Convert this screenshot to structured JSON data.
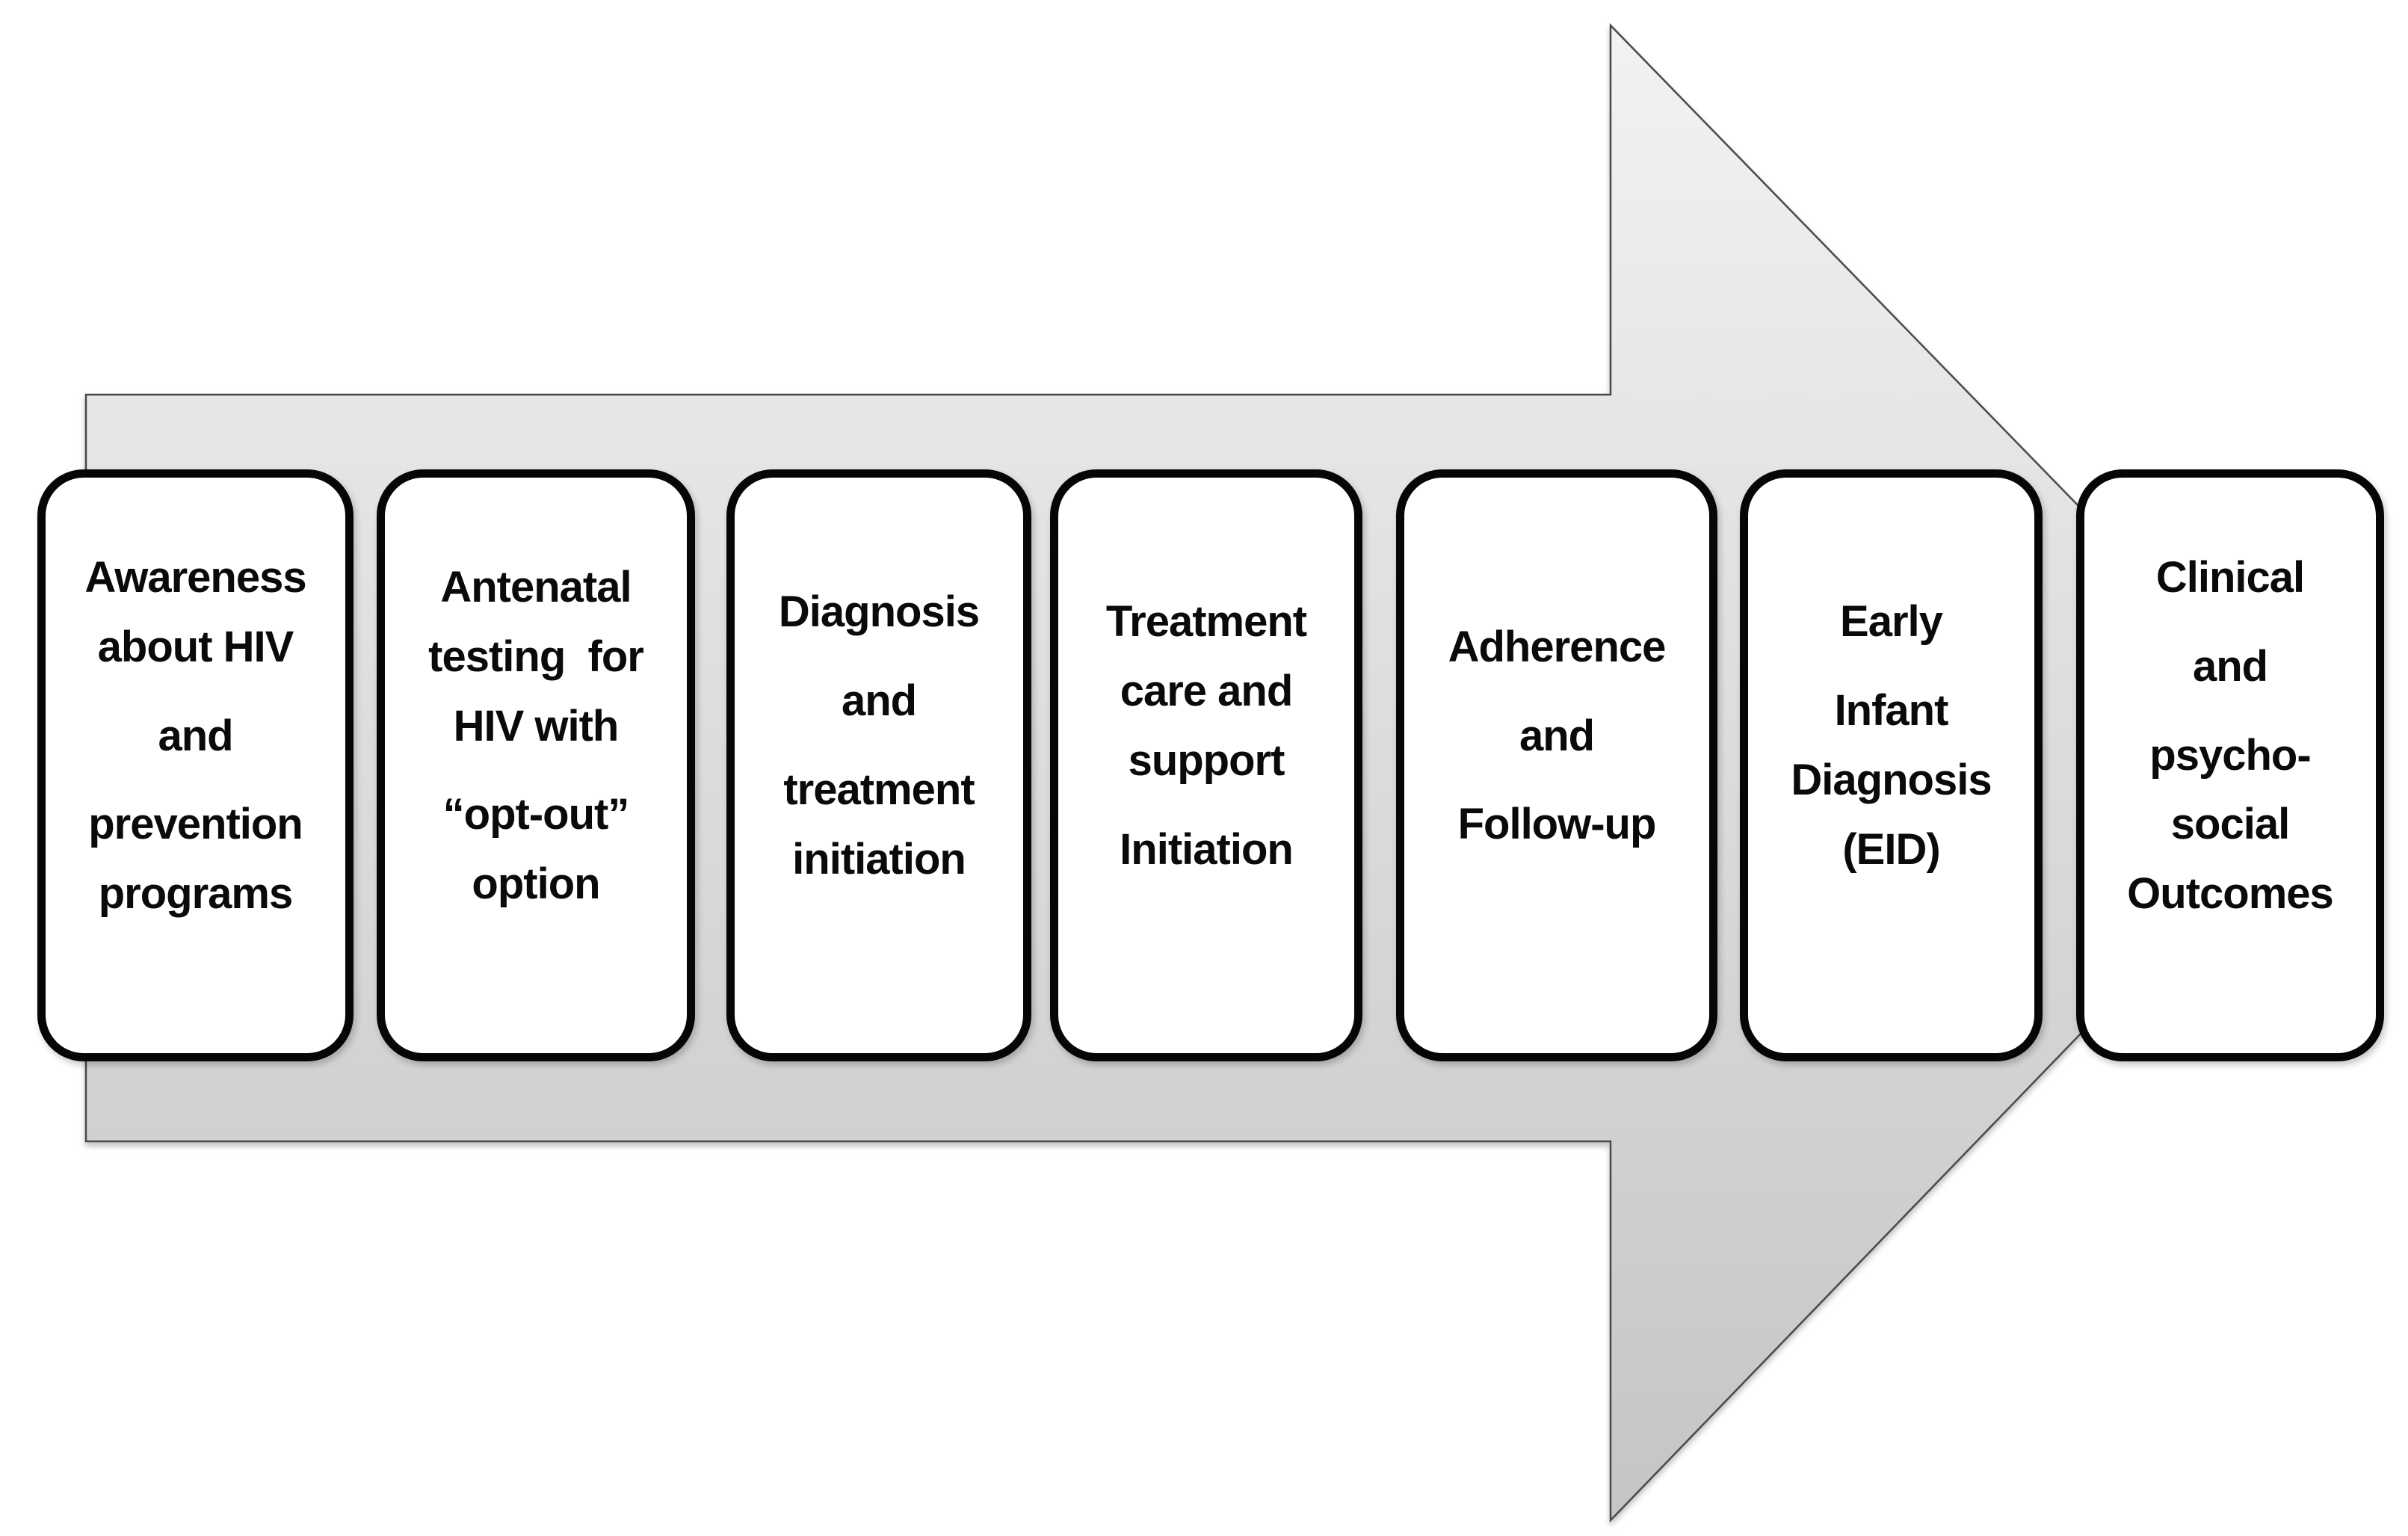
{
  "figure": {
    "background": "#ffffff",
    "text_color": "#0a0a0a",
    "box_border_color": "#000000",
    "box_fill": "#ffffff"
  },
  "arrow": {
    "name": "process-flow-arrow",
    "direction": "right",
    "gradient_top": "#f2f2f2",
    "gradient_bottom": "#c5c5c5",
    "outline_color": "#4a4a4a"
  },
  "stages": [
    {
      "id": "awareness",
      "paragraphs": [
        [
          "Awareness",
          "about HIV"
        ],
        [
          "and"
        ],
        [
          "prevention",
          "programs"
        ]
      ]
    },
    {
      "id": "antenatal-testing",
      "paragraphs": [
        [
          "Antenatal",
          "testing  for",
          "HIV with"
        ],
        [
          "“opt-out”",
          "option"
        ]
      ]
    },
    {
      "id": "diagnosis-treatment",
      "paragraphs": [
        [
          "Diagnosis"
        ],
        [
          "and"
        ],
        [
          "treatment",
          "initiation"
        ]
      ]
    },
    {
      "id": "treatment-care-support",
      "paragraphs": [
        [
          "Treatment",
          "care and",
          "support"
        ],
        [
          "Initiation"
        ]
      ]
    },
    {
      "id": "adherence-followup",
      "paragraphs": [
        [
          "Adherence"
        ],
        [
          "and"
        ],
        [
          "Follow-up"
        ]
      ]
    },
    {
      "id": "early-infant-diagnosis",
      "paragraphs": [
        [
          "Early"
        ],
        [
          "Infant",
          "Diagnosis",
          "(EID)"
        ]
      ]
    },
    {
      "id": "clinical-psychosocial-outcomes",
      "paragraphs": [
        [
          "Clinical"
        ],
        [
          "and"
        ],
        [
          "psycho-",
          "social",
          "Outcomes"
        ]
      ]
    }
  ]
}
